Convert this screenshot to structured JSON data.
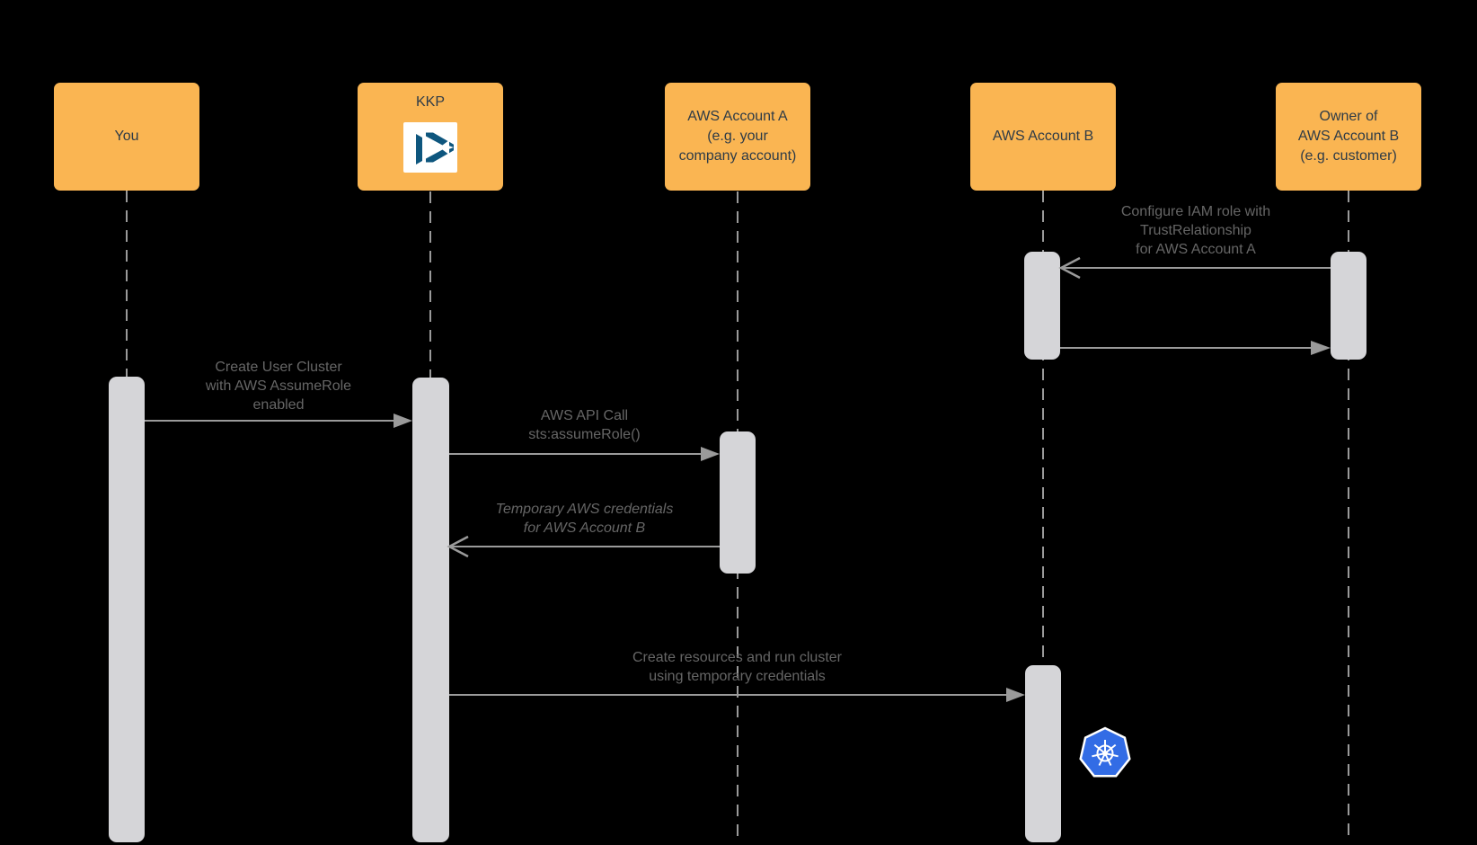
{
  "actors": [
    {
      "label": "You"
    },
    {
      "label": "KKP",
      "icon": "kubermatic-logo"
    },
    {
      "label": "AWS Account A\n(e.g. your\ncompany account)"
    },
    {
      "label": "AWS Account B"
    },
    {
      "label": "Owner of\nAWS Account B\n(e.g. customer)"
    }
  ],
  "messages": [
    {
      "from": "Owner of AWS Account B (e.g. customer)",
      "to": "AWS Account B",
      "label": "Configure IAM role with\nTrustRelationship\nfor AWS Account A",
      "arrowhead": "open",
      "direction": "left"
    },
    {
      "from": "AWS Account B",
      "to": "Owner of AWS Account B (e.g. customer)",
      "label": "",
      "arrowhead": "filled",
      "direction": "right"
    },
    {
      "from": "You",
      "to": "KKP",
      "label": "Create User Cluster\nwith AWS AssumeRole\nenabled",
      "arrowhead": "filled",
      "direction": "right"
    },
    {
      "from": "KKP",
      "to": "AWS Account A (e.g. your company account)",
      "label": "AWS API Call\nsts:assumeRole()",
      "arrowhead": "filled",
      "direction": "right"
    },
    {
      "from": "AWS Account A (e.g. your company account)",
      "to": "KKP",
      "label": "Temporary AWS credentials\nfor AWS Account B",
      "arrowhead": "open",
      "direction": "left",
      "emphasis": "italic"
    },
    {
      "from": "KKP",
      "to": "AWS Account B",
      "label": "Create resources and run cluster\nusing temporary credentials",
      "arrowhead": "filled",
      "direction": "right"
    }
  ],
  "icons": {
    "kkp_badge": "kubermatic-logo",
    "cluster_badge": "kubernetes-logo"
  },
  "colors": {
    "background": "#000000",
    "actor_fill": "#FAB552",
    "actor_text": "#2E3B47",
    "activation_fill": "#D5D5D8",
    "line": "#9A9A9A",
    "message_text": "#666666",
    "kubermatic_blue": "#0E567E",
    "kubernetes_blue": "#326CE5"
  }
}
